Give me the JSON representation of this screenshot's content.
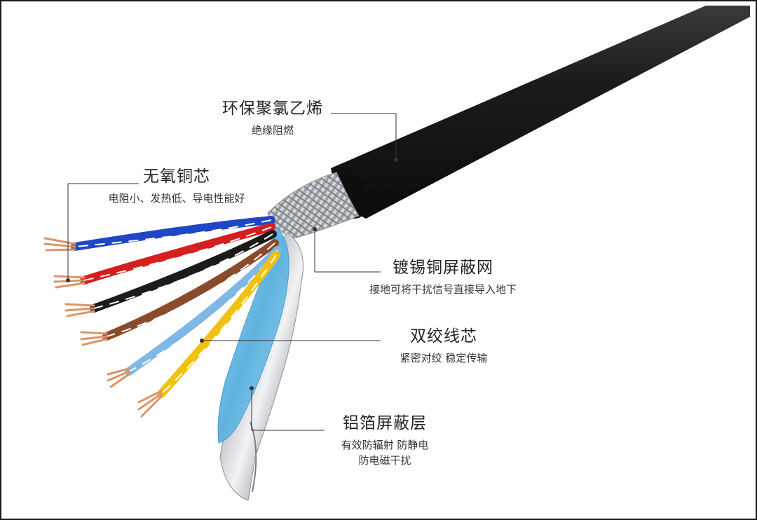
{
  "labels": [
    {
      "id": "pvc",
      "title": "环保聚氯乙烯",
      "sub": [
        "绝缘阻燃"
      ]
    },
    {
      "id": "copper",
      "title": "无氧铜芯",
      "sub": [
        "电阻小、发热低、导电性能好"
      ]
    },
    {
      "id": "braid",
      "title": "镀锡铜屏蔽网",
      "sub": [
        "接地可将干扰信号直接导入地下"
      ]
    },
    {
      "id": "twisted",
      "title": "双绞线芯",
      "sub": [
        "紧密对绞 稳定传输"
      ]
    },
    {
      "id": "foil",
      "title": "铝箔屏蔽层",
      "sub": [
        "有效防辐射 防静电",
        "防电磁干扰"
      ]
    }
  ],
  "colors": {
    "jacket": "#141414",
    "blue": "#1f47c4",
    "red": "#d51f1f",
    "black": "#1b1b1b",
    "brown": "#8a4b2c",
    "light_blue": "#7fb8e6",
    "yellow": "#f1c20d",
    "copper": "#d9956a",
    "foil_blue": "#74c0e6",
    "foil_silver": "#c9ccd1",
    "braid": "#b9bcc0",
    "leader_line": "#333333"
  }
}
